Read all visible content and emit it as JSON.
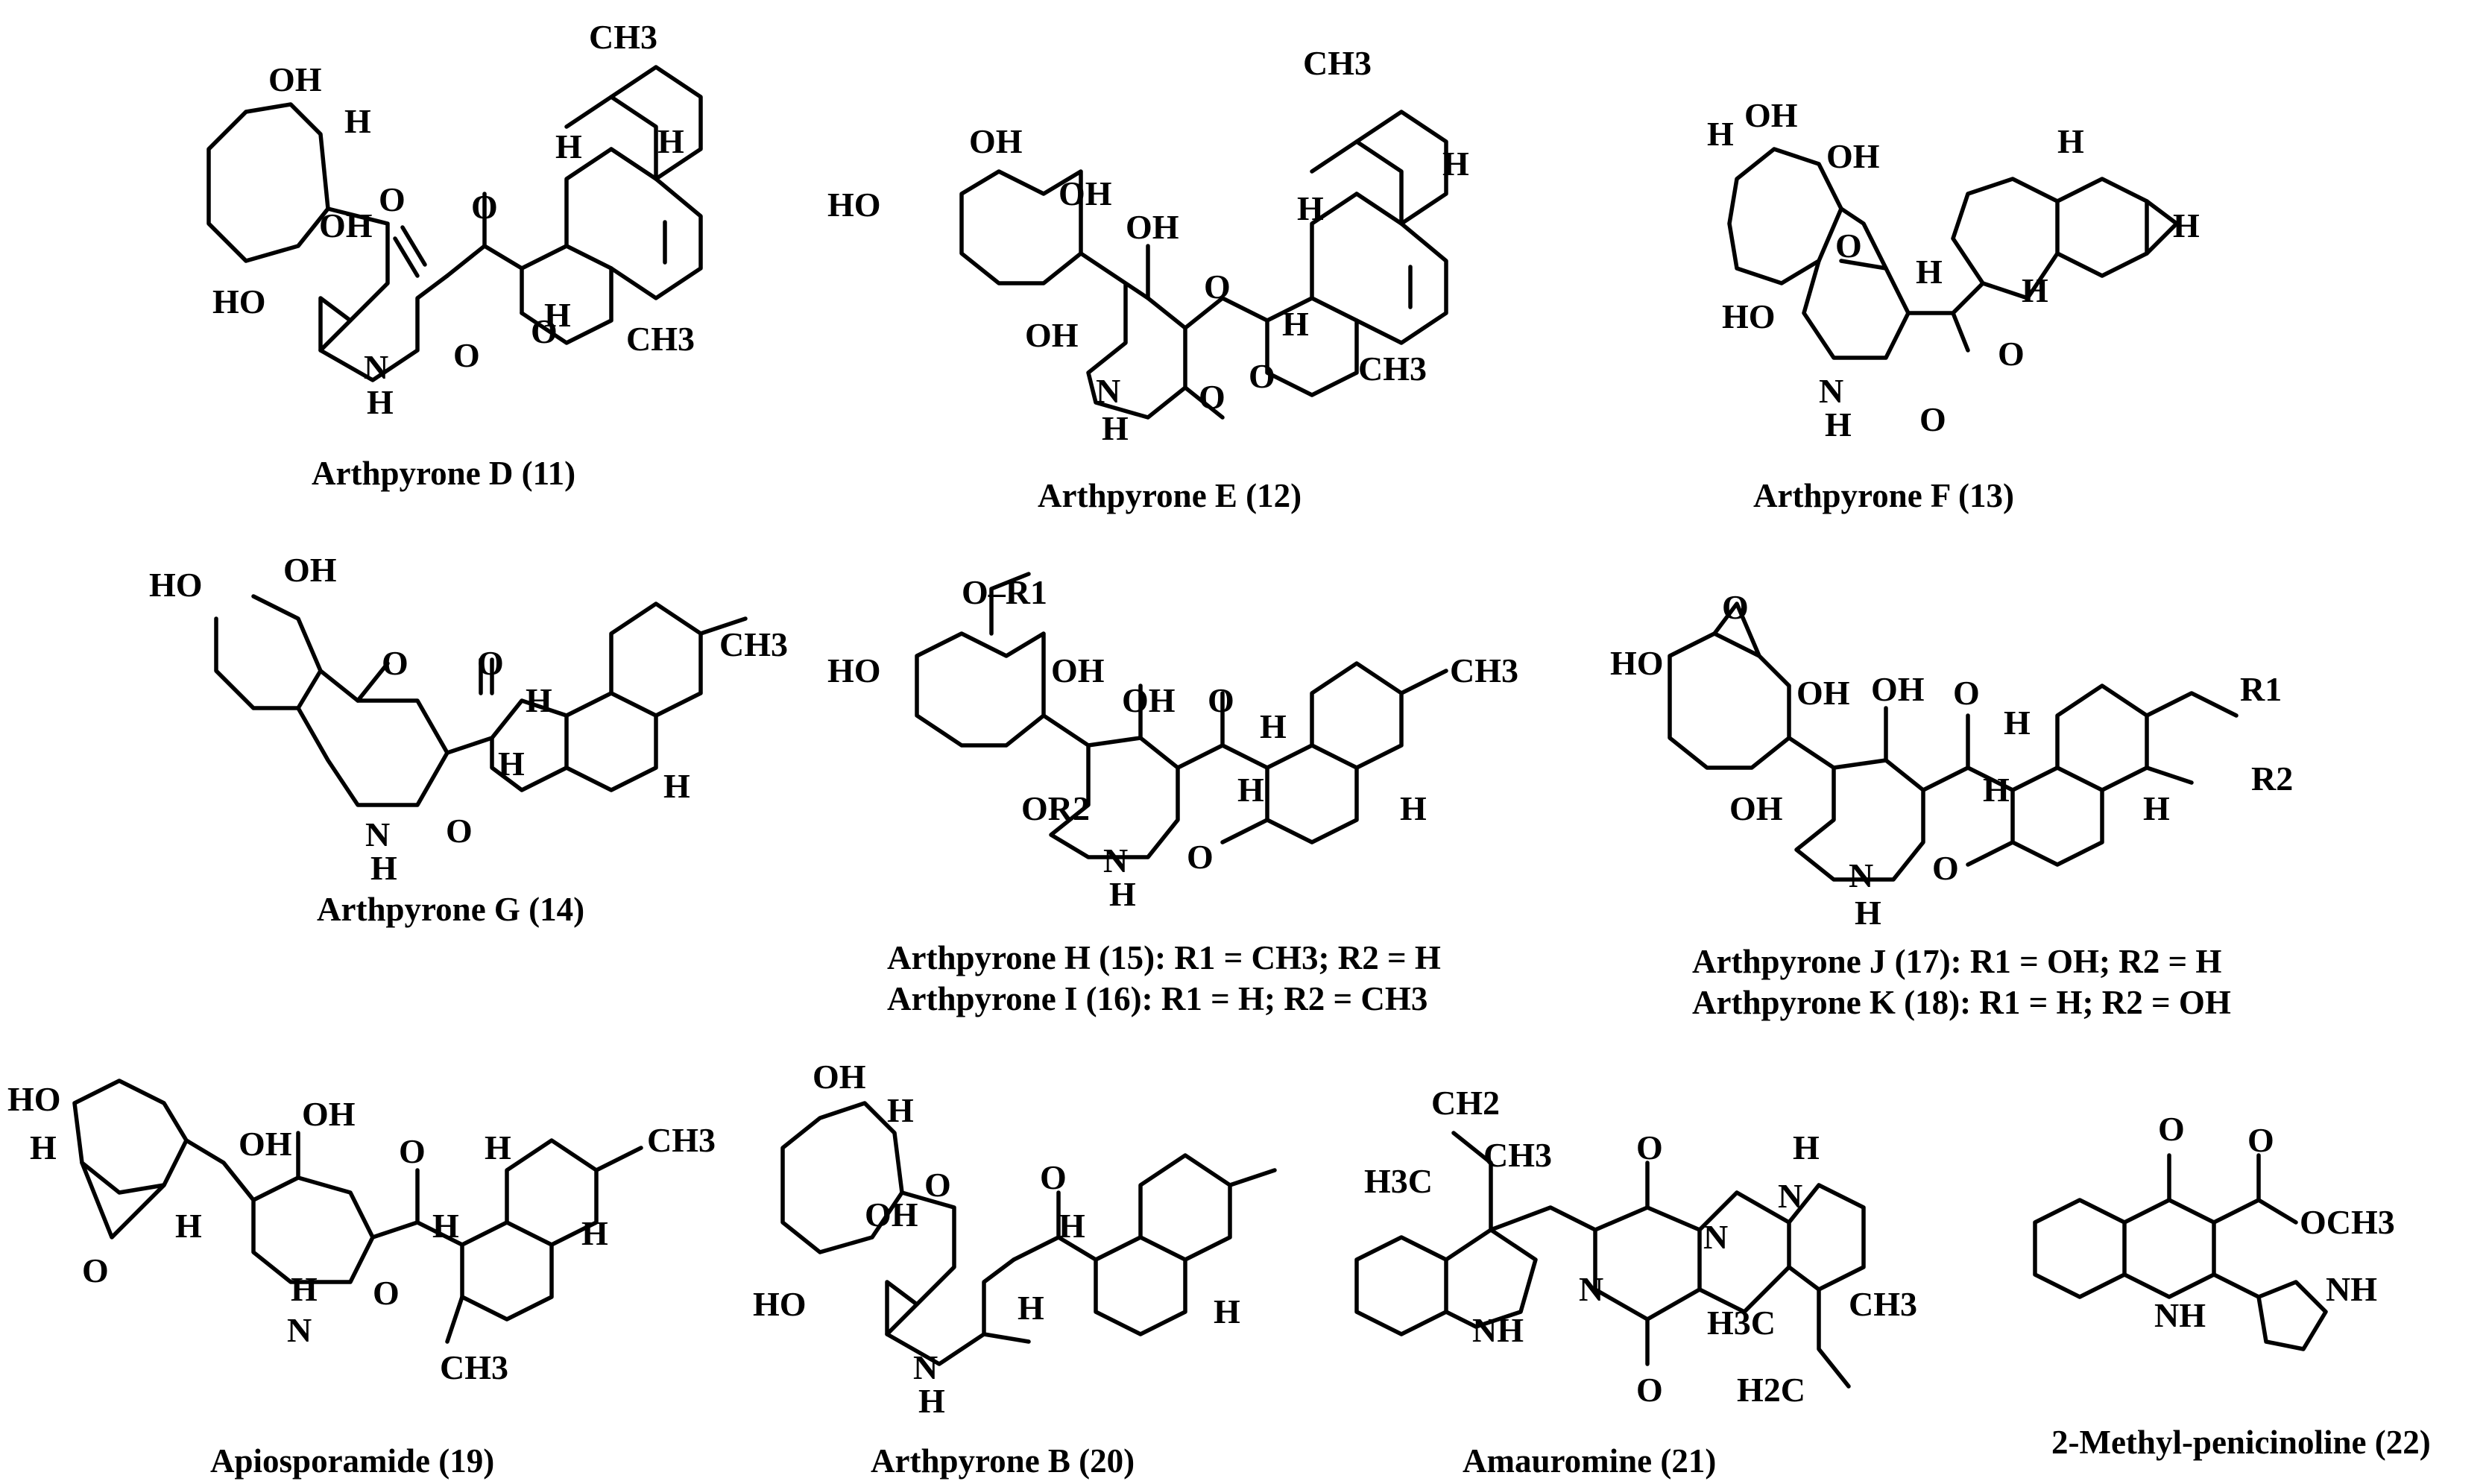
{
  "compounds": [
    {
      "name": "Arthpyrone D (11)"
    },
    {
      "name": "Arthpyrone E (12)"
    },
    {
      "name": "Arthpyrone F (13)"
    },
    {
      "name": "Arthpyrone G (14)"
    },
    {
      "name": "Arthpyrone H (15): R1 = CH3; R2 = H",
      "name2": "Arthpyrone I (16): R1 = H; R2 = CH3"
    },
    {
      "name": "Arthpyrone J (17): R1 = OH; R2 = H",
      "name2": "Arthpyrone K (18): R1 = H; R2 = OH"
    },
    {
      "name": "Apiosporamide (19)"
    },
    {
      "name": "Arthpyrone B (20)"
    },
    {
      "name": "Amauromine (21)"
    },
    {
      "name": "2-Methyl-penicinoline (22)"
    }
  ],
  "atoms": {
    "oh": "OH",
    "ho": "HO",
    "h": "H",
    "o": "O",
    "n": "N",
    "nh": "NH",
    "ch3": "CH3",
    "h3c": "H3C",
    "ch2": "CH2",
    "h2c": "H2C",
    "r1": "R1",
    "r2": "R2",
    "or2": "OR2",
    "o_r1": "O–R1",
    "och3": "OCH3"
  }
}
